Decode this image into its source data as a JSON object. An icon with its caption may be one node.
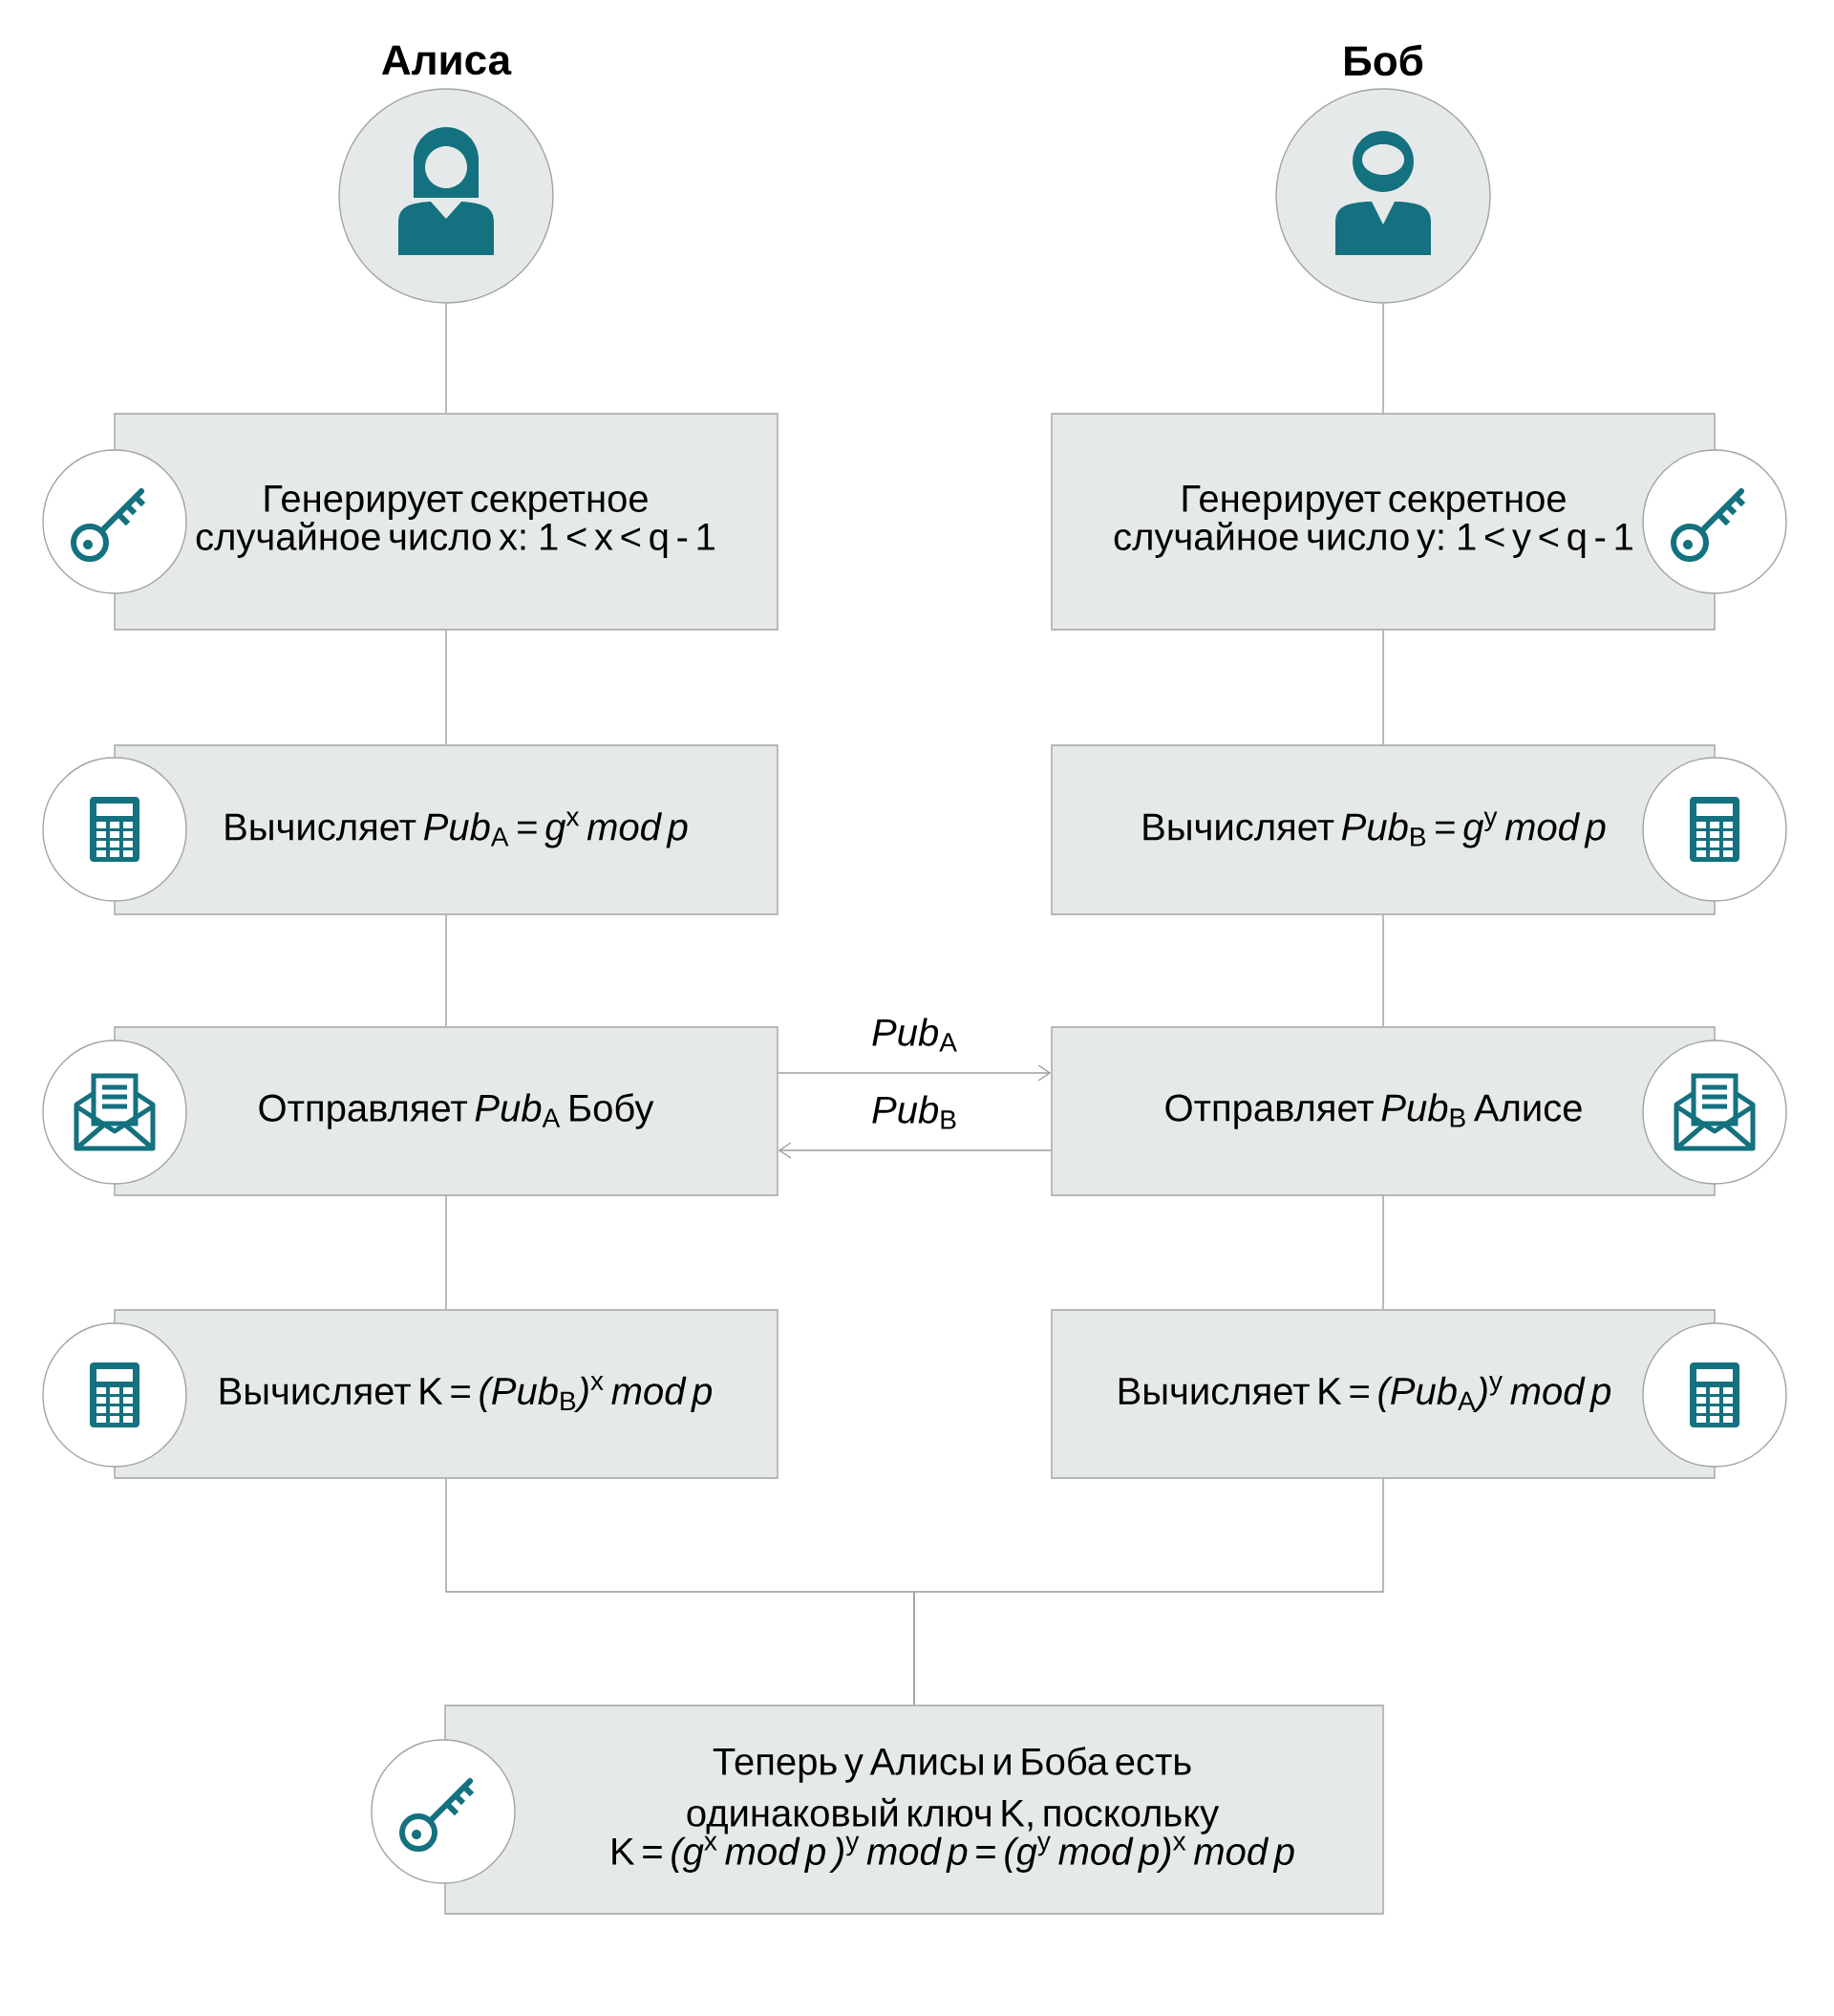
{
  "diagram": {
    "nodes": [
      {
        "text": [
          "Алиса"
        ]
      },
      {
        "text": [
          "Боб"
        ]
      },
      {
        "text": [
          "Генерирует секретное случайное число x: 1 < x < q - 1"
        ]
      },
      {
        "text": [
          "Генерирует секретное случайное число y: 1 < y < q - 1"
        ]
      },
      {
        "text": [
          "Вычисляет *Pub*$_{A}$ = *g*$^{x}$ *mod p*"
        ]
      },
      {
        "text": [
          "Вычисляет *Pub*$_{B}$ = *g*$^{y}$ *mod p*"
        ]
      },
      {
        "text": [
          "Отправляет *Pub*$_{A}$ Бобу"
        ]
      },
      {
        "text": [
          "Отправляет *Pub*$_{B}$ Алисе"
        ]
      },
      {
        "text": [
          "Вычисляет K = *(Pub*$_{B}$*)*$^{x}$ *mod p*"
        ]
      },
      {
        "text": [
          "Вычисляет K = *(Pub*$_{A}$*)*$^{y}$ *mod p*"
        ]
      },
      {
        "text": [
          "Теперь у Алисы и Боба есть одинаковый ключ K, поскольку",
          "K = *(g*$^{x}$ *mod p )*$^{y}$ *mod p* = *(g*$^{y}$ *mod p)*$^{x}$ *mod p*"
        ]
      }
    ],
    "edges": [
      {
        "from": 0,
        "to": 2,
        "arrow": "none"
      },
      {
        "from": 2,
        "to": 4,
        "arrow": "none"
      },
      {
        "from": 4,
        "to": 6,
        "arrow": "none"
      },
      {
        "from": 6,
        "to": 8,
        "arrow": "none"
      },
      {
        "from": 1,
        "to": 3,
        "arrow": "none"
      },
      {
        "from": 3,
        "to": 5,
        "arrow": "none"
      },
      {
        "from": 5,
        "to": 7,
        "arrow": "none"
      },
      {
        "from": 7,
        "to": 9,
        "arrow": "none"
      },
      {
        "from": 6,
        "to": 7,
        "arrow": "to",
        "label": "*Pub*$_{A}$"
      },
      {
        "from": 7,
        "to": 6,
        "arrow": "to",
        "label": "*Pub*$_{B}$"
      },
      {
        "from": 8,
        "to": 10,
        "arrow": "none"
      },
      {
        "from": 9,
        "to": 10,
        "arrow": "none"
      }
    ]
  }
}
